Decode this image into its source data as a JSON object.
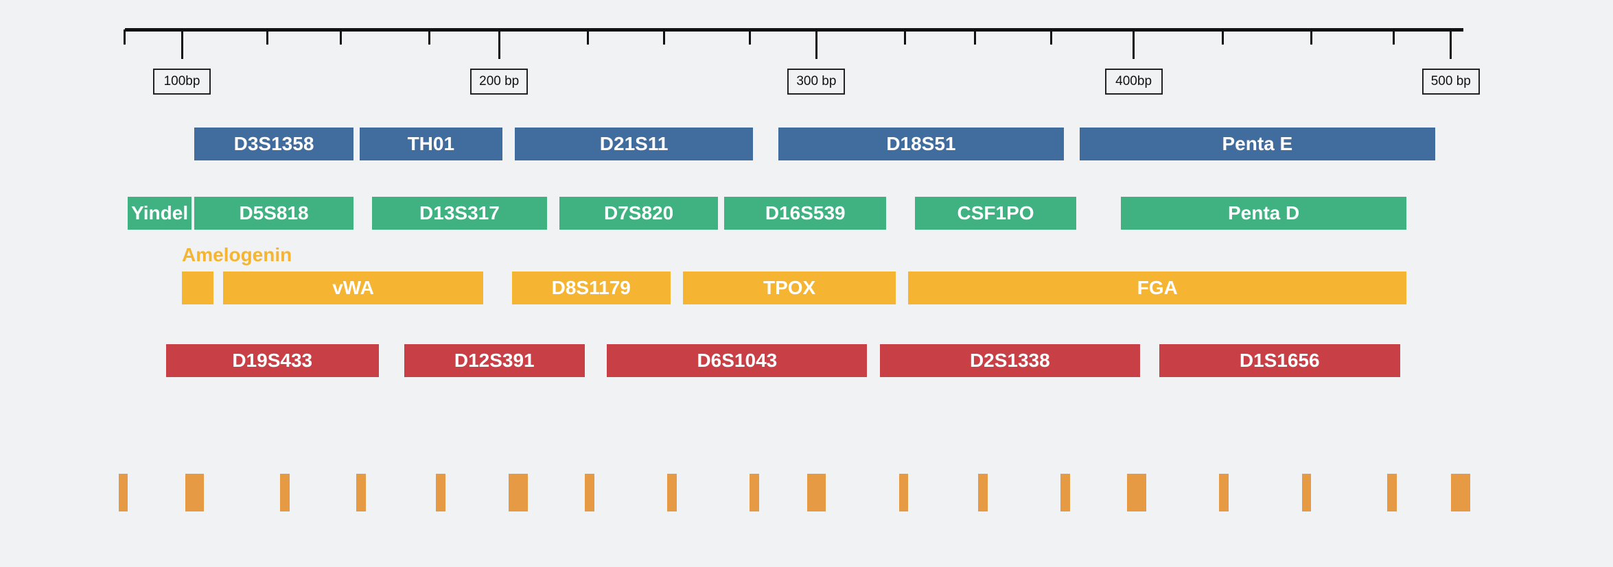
{
  "axis": {
    "min_bp": 83,
    "max_bp": 507,
    "major_ticks": [
      {
        "bp": 100,
        "label": "100bp"
      },
      {
        "bp": 200,
        "label": "200 bp"
      },
      {
        "bp": 300,
        "label": "300 bp"
      },
      {
        "bp": 400,
        "label": "400bp"
      },
      {
        "bp": 500,
        "label": "500 bp"
      }
    ],
    "minor_ticks_bp": [
      82,
      127,
      150,
      178,
      228,
      252,
      279,
      328,
      350,
      374,
      428,
      456,
      482
    ]
  },
  "rows": [
    {
      "id": "row1",
      "color": "#406d9e",
      "markers": [
        {
          "name": "D3S1358",
          "start": 104,
          "end": 154
        },
        {
          "name": "TH01",
          "start": 156,
          "end": 201
        },
        {
          "name": "D21S11",
          "start": 205,
          "end": 280
        },
        {
          "name": "D18S51",
          "start": 288,
          "end": 378
        },
        {
          "name": "Penta E",
          "start": 383,
          "end": 495
        }
      ]
    },
    {
      "id": "row2",
      "color": "#40b181",
      "markers": [
        {
          "name": "Yindel",
          "start": 83,
          "end": 103
        },
        {
          "name": "D5S818",
          "start": 104,
          "end": 154
        },
        {
          "name": "D13S317",
          "start": 160,
          "end": 215
        },
        {
          "name": "D7S820",
          "start": 219,
          "end": 269
        },
        {
          "name": "D16S539",
          "start": 271,
          "end": 322
        },
        {
          "name": "CSF1PO",
          "start": 331,
          "end": 382
        },
        {
          "name": "Penta D",
          "start": 396,
          "end": 486
        }
      ]
    },
    {
      "id": "row3",
      "color": "#f5b431",
      "markers": [
        {
          "name": "",
          "start": 100,
          "end": 110
        },
        {
          "name": "vWA",
          "start": 113,
          "end": 195
        },
        {
          "name": "D8S1179",
          "start": 204,
          "end": 254
        },
        {
          "name": "TPOX",
          "start": 258,
          "end": 325
        },
        {
          "name": "FGA",
          "start": 329,
          "end": 486
        }
      ]
    },
    {
      "id": "row4",
      "color": "#c84045",
      "markers": [
        {
          "name": "D19S433",
          "start": 95,
          "end": 162
        },
        {
          "name": "D12S391",
          "start": 170,
          "end": 227
        },
        {
          "name": "D6S1043",
          "start": 234,
          "end": 316
        },
        {
          "name": "D2S1338",
          "start": 320,
          "end": 402
        },
        {
          "name": "D1S1656",
          "start": 408,
          "end": 484
        }
      ]
    }
  ],
  "amelogenin_label": "Amelogenin",
  "bottom_blocks": [
    {
      "start": 80,
      "end": 83
    },
    {
      "start": 101,
      "end": 107
    },
    {
      "start": 131,
      "end": 134
    },
    {
      "start": 155,
      "end": 158
    },
    {
      "start": 180,
      "end": 183
    },
    {
      "start": 203,
      "end": 209
    },
    {
      "start": 227,
      "end": 230
    },
    {
      "start": 253,
      "end": 256
    },
    {
      "start": 279,
      "end": 282
    },
    {
      "start": 297,
      "end": 303
    },
    {
      "start": 326,
      "end": 329
    },
    {
      "start": 351,
      "end": 354
    },
    {
      "start": 377,
      "end": 380
    },
    {
      "start": 398,
      "end": 404
    },
    {
      "start": 427,
      "end": 430
    },
    {
      "start": 453,
      "end": 456
    },
    {
      "start": 480,
      "end": 483
    },
    {
      "start": 500,
      "end": 506
    }
  ]
}
